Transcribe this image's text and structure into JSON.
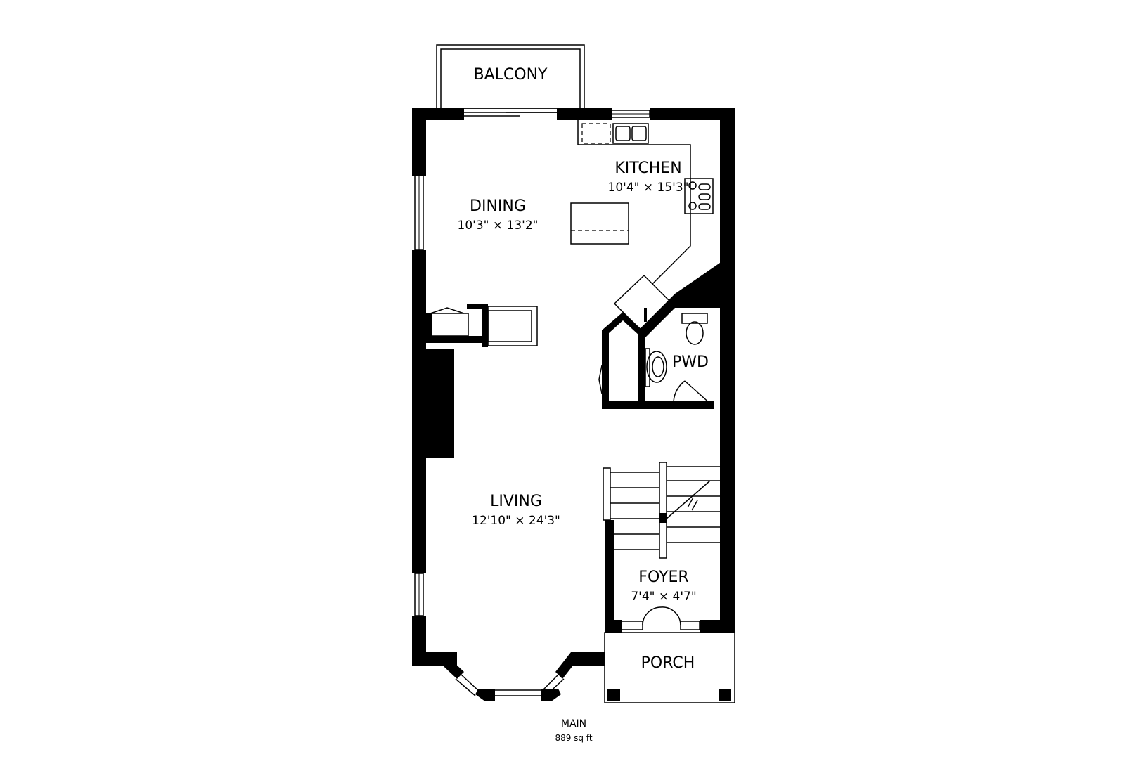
{
  "rooms": {
    "balcony": {
      "name": "BALCONY"
    },
    "kitchen": {
      "name": "KITCHEN",
      "dims": "10'4\" × 15'3\""
    },
    "dining": {
      "name": "DINING",
      "dims": "10'3\" × 13'2\""
    },
    "pwd": {
      "name": "PWD"
    },
    "living": {
      "name": "LIVING",
      "dims": "12'10\" × 24'3\""
    },
    "foyer": {
      "name": "FOYER",
      "dims": "7'4\" × 4'7\""
    },
    "porch": {
      "name": "PORCH"
    }
  },
  "floor": {
    "name": "MAIN",
    "area": "889 sq ft"
  }
}
